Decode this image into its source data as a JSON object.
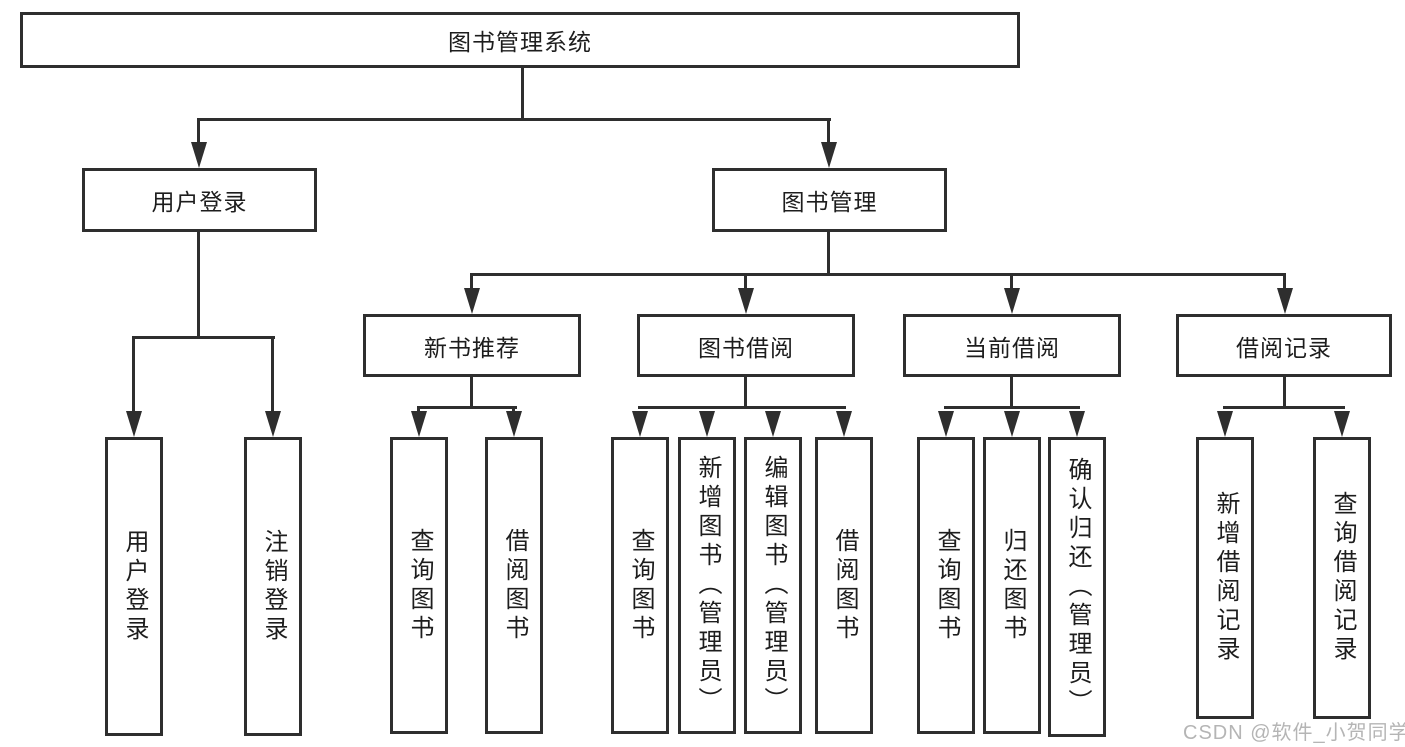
{
  "diagram": {
    "root": {
      "label": "图书管理系统"
    },
    "user_login": {
      "label": "用户登录",
      "children": [
        {
          "label": "用户登录"
        },
        {
          "label": "注销登录"
        }
      ]
    },
    "book_management": {
      "label": "图书管理",
      "groups": [
        {
          "label": "新书推荐",
          "children": [
            {
              "label": "查询图书"
            },
            {
              "label": "借阅图书"
            }
          ]
        },
        {
          "label": "图书借阅",
          "children": [
            {
              "label": "查询图书"
            },
            {
              "label": "新增图书（管理员）"
            },
            {
              "label": "编辑图书（管理员）"
            },
            {
              "label": "借阅图书"
            }
          ]
        },
        {
          "label": "当前借阅",
          "children": [
            {
              "label": "查询图书"
            },
            {
              "label": "归还图书"
            },
            {
              "label": "确认归还（管理员）"
            }
          ]
        },
        {
          "label": "借阅记录",
          "children": [
            {
              "label": "新增借阅记录"
            },
            {
              "label": "查询借阅记录"
            }
          ]
        }
      ]
    }
  },
  "watermark": {
    "text": "CSDN @软件_小贺同学"
  },
  "colors": {
    "line": "#2e2e2e",
    "text": "#1d1d1d",
    "background": "#ffffff",
    "watermark": "#b5b5b5"
  }
}
